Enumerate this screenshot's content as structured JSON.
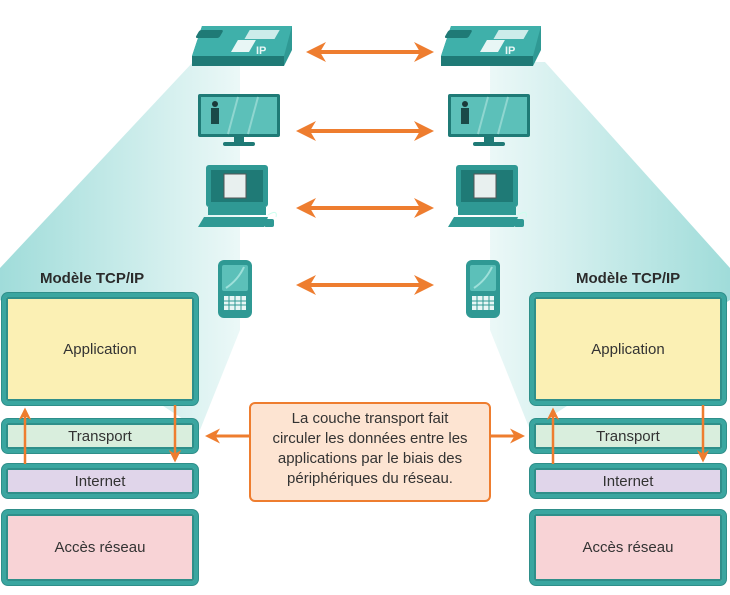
{
  "colors": {
    "teal": "#2f9994",
    "teal_dark": "#1f7a76",
    "orange": "#ee7d2f",
    "callout_bg": "#fde4d2",
    "application": "#fbf0b4",
    "transport": "#d9eedd",
    "internet": "#e0d5ea",
    "network_access": "#f8d3d6"
  },
  "left_model": {
    "title": "Modèle TCP/IP",
    "layers": [
      "Application",
      "Transport",
      "Internet",
      "Accès réseau"
    ]
  },
  "right_model": {
    "title": "Modèle TCP/IP",
    "layers": [
      "Application",
      "Transport",
      "Internet",
      "Accès réseau"
    ]
  },
  "devices": [
    {
      "icon": "ip-phone-icon",
      "label": "IP"
    },
    {
      "icon": "video-monitor-icon"
    },
    {
      "icon": "desktop-computer-icon"
    },
    {
      "icon": "smartphone-icon"
    }
  ],
  "callout": {
    "lines": [
      "La couche transport fait",
      "circuler les données entre les",
      "applications par le biais des",
      "périphériques du réseau."
    ]
  }
}
